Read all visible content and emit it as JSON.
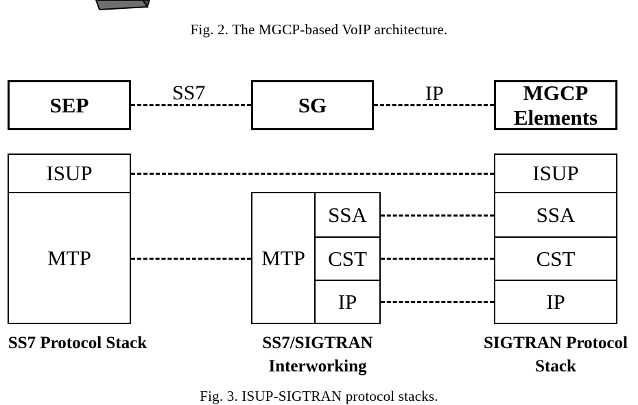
{
  "fig2": {
    "caption": "Fig. 2.  The MGCP-based VoIP architecture."
  },
  "fig3": {
    "caption": "Fig. 3.  ISUP-SIGTRAN protocol stacks.",
    "top": {
      "sep": "SEP",
      "sg": "SG",
      "mgcp_line1": "MGCP",
      "mgcp_line2": "Elements",
      "link_ss7": "SS7",
      "link_ip": "IP"
    },
    "left_stack": {
      "isup": "ISUP",
      "mtp": "MTP",
      "label": "SS7 Protocol Stack"
    },
    "middle_stack": {
      "mtp": "MTP",
      "ssa": "SSA",
      "cst": "CST",
      "ip": "IP",
      "label_line1": "SS7/SIGTRAN",
      "label_line2": "Interworking"
    },
    "right_stack": {
      "isup": "ISUP",
      "ssa": "SSA",
      "cst": "CST",
      "ip": "IP",
      "label_line1": "SIGTRAN Protocol",
      "label_line2": "Stack"
    }
  }
}
